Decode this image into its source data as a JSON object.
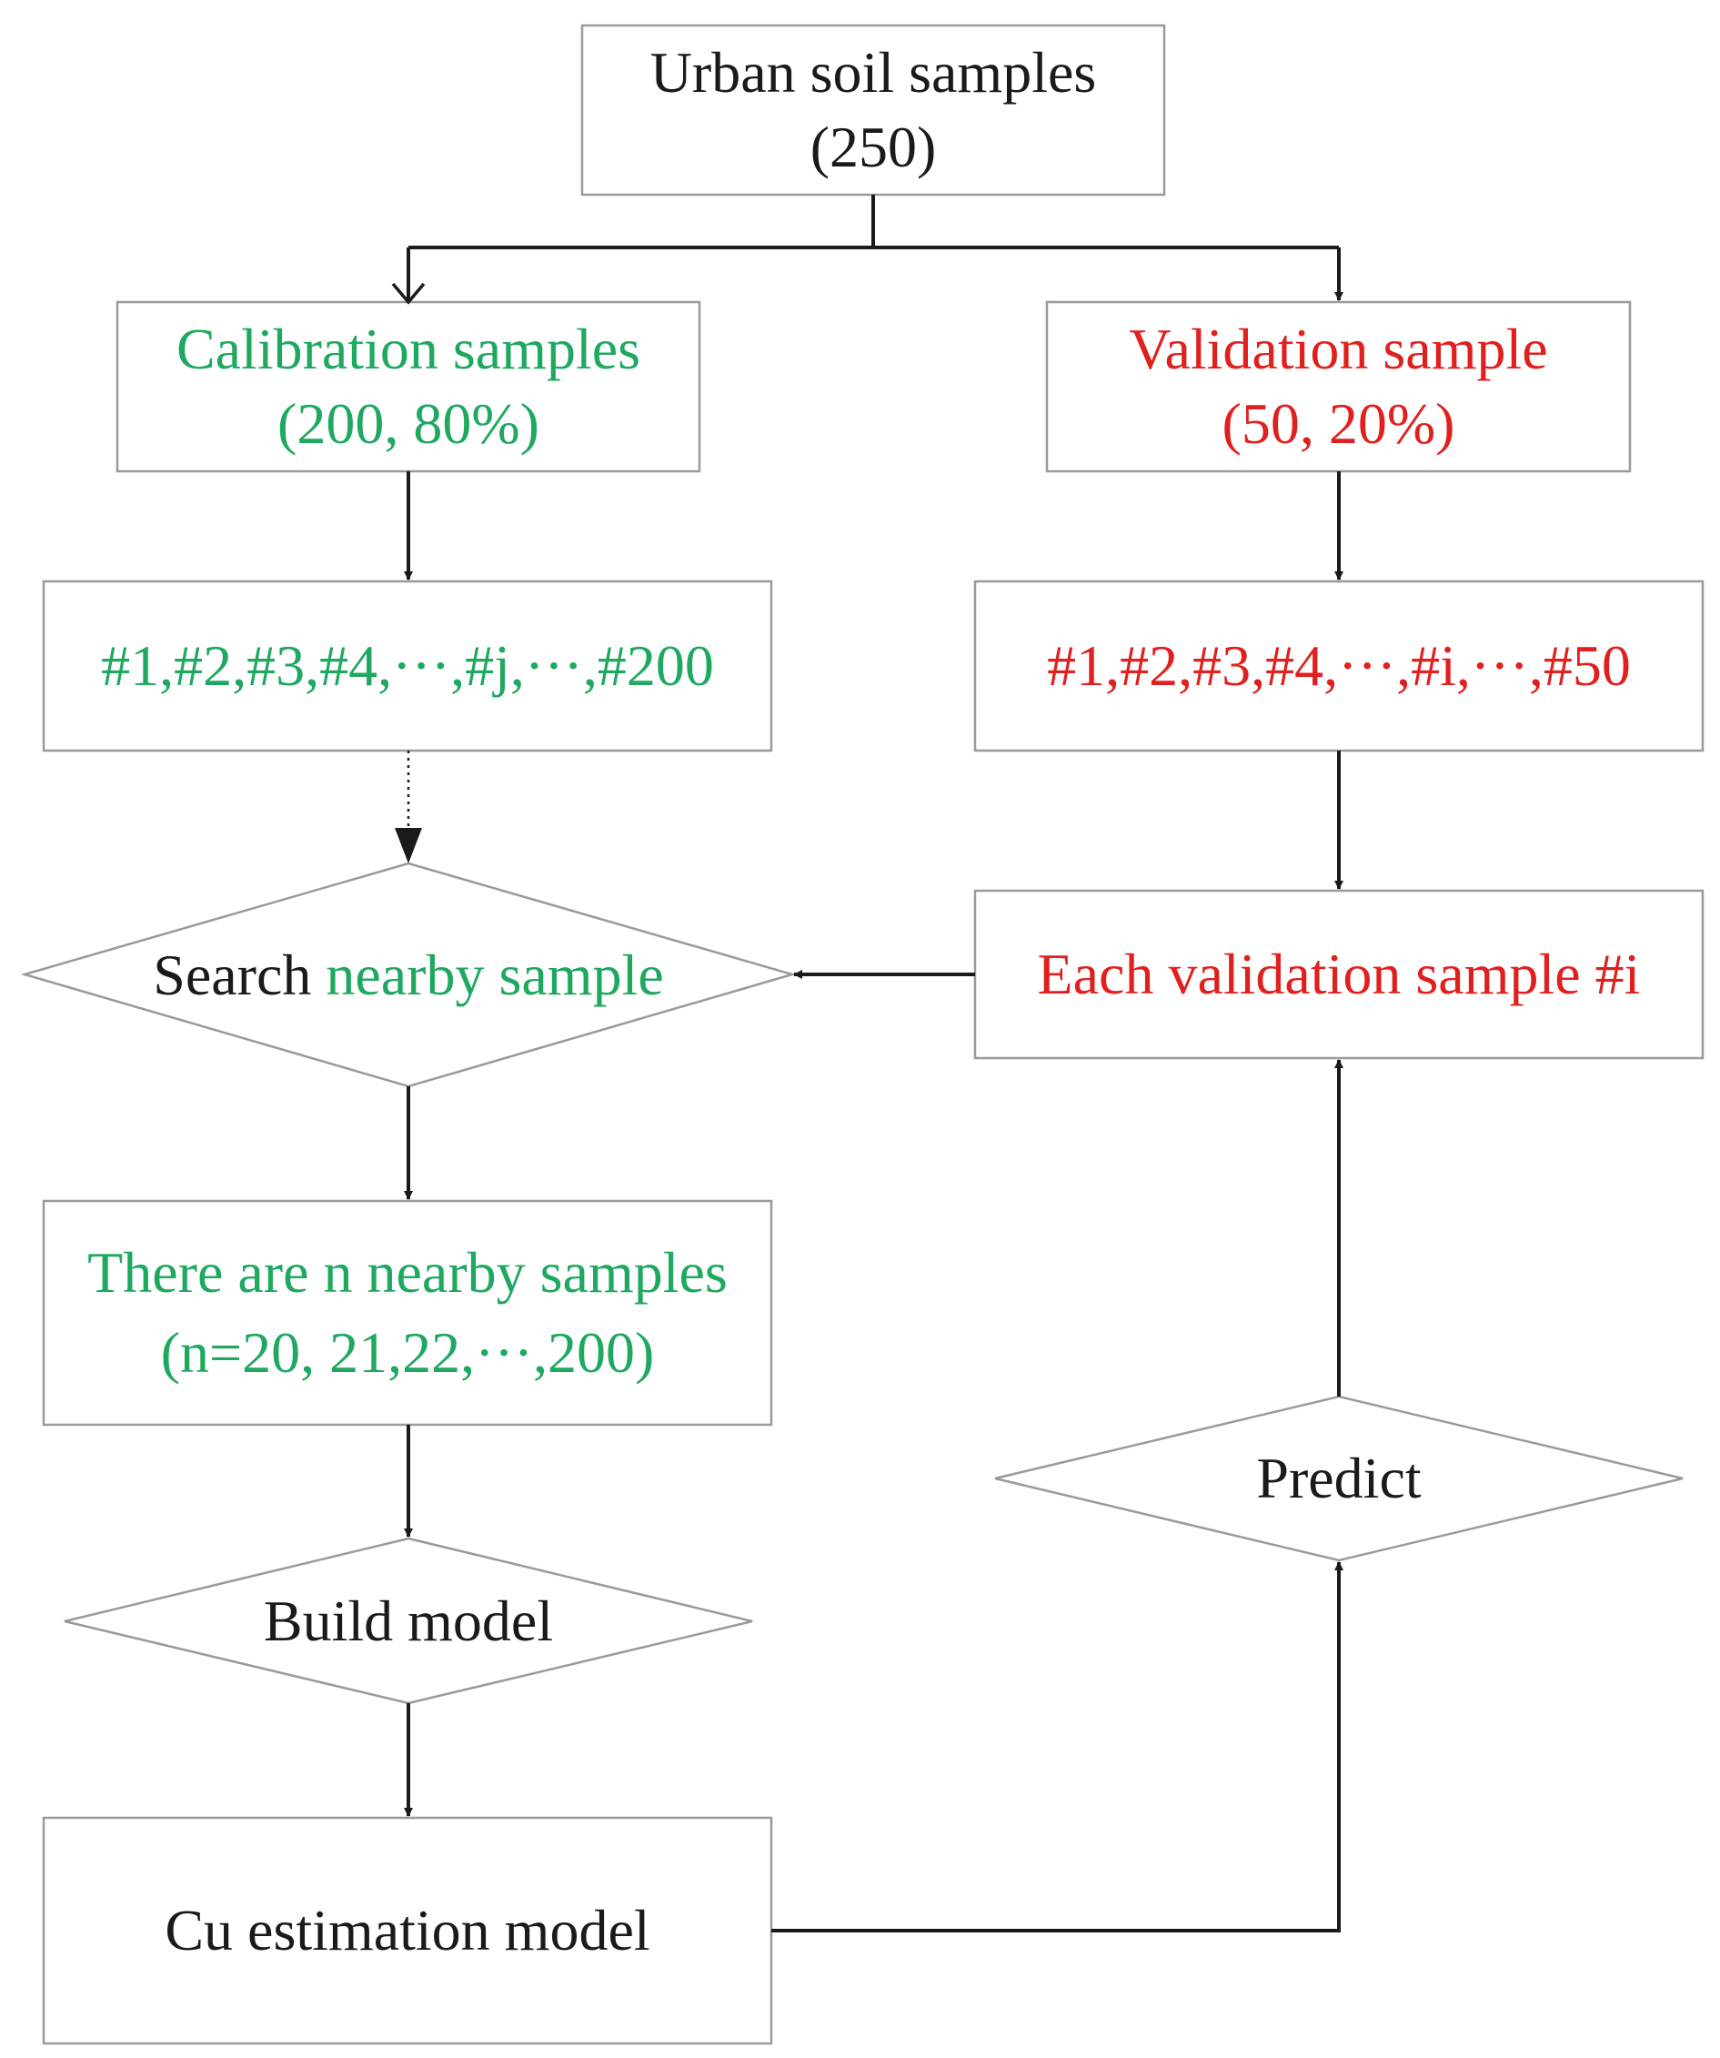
{
  "colors": {
    "black": "#1a1a1a",
    "green": "#1ea860",
    "red": "#e0201e",
    "box_border": "#9a9a9a"
  },
  "nodes": {
    "urban": {
      "line1": "Urban soil samples",
      "line2": "(250)"
    },
    "calibration": {
      "line1": "Calibration samples",
      "line2": "(200, 80%)"
    },
    "validation": {
      "line1": "Validation sample",
      "line2": "(50, 20%)"
    },
    "cal_list": {
      "text": "#1,#2,#3,#4,···,#j,···,#200"
    },
    "val_list": {
      "text": "#1,#2,#3,#4,···,#i,···,#50"
    },
    "search": {
      "prefix": "Search",
      "suffix": "nearby sample"
    },
    "each_val": {
      "text": "Each validation sample #i"
    },
    "nearby": {
      "line1": "There are n nearby samples",
      "line2": "(n=20, 21,22,···,200)"
    },
    "predict": {
      "text": "Predict"
    },
    "build": {
      "text": "Build model"
    },
    "cu_model": {
      "text": "Cu estimation model"
    }
  }
}
